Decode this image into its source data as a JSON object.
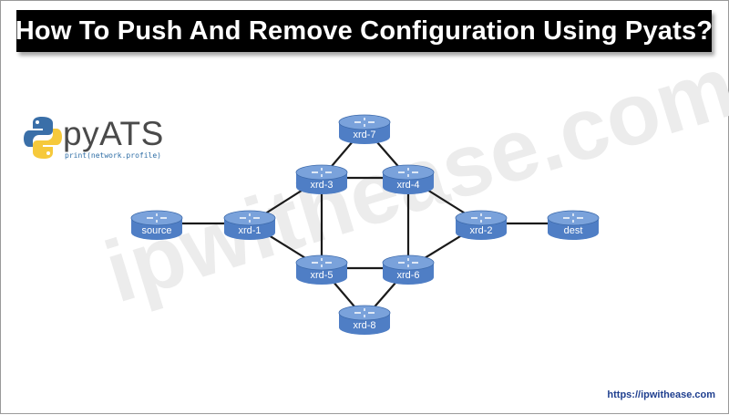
{
  "header": {
    "title": "How To Push And Remove Configuration Using Pyats?"
  },
  "watermark": {
    "text": "ipwithease.com"
  },
  "logo": {
    "word": "pyATS",
    "tagline": "print(network.profile)"
  },
  "diagram": {
    "nodes": [
      {
        "id": "source",
        "label": "source"
      },
      {
        "id": "xrd-1",
        "label": "xrd-1"
      },
      {
        "id": "xrd-3",
        "label": "xrd-3"
      },
      {
        "id": "xrd-4",
        "label": "xrd-4"
      },
      {
        "id": "xrd-5",
        "label": "xrd-5"
      },
      {
        "id": "xrd-6",
        "label": "xrd-6"
      },
      {
        "id": "xrd-7",
        "label": "xrd-7"
      },
      {
        "id": "xrd-8",
        "label": "xrd-8"
      },
      {
        "id": "xrd-2",
        "label": "xrd-2"
      },
      {
        "id": "dest",
        "label": "dest"
      }
    ],
    "links": [
      [
        "source",
        "xrd-1"
      ],
      [
        "xrd-1",
        "xrd-3"
      ],
      [
        "xrd-1",
        "xrd-5"
      ],
      [
        "xrd-3",
        "xrd-4"
      ],
      [
        "xrd-5",
        "xrd-6"
      ],
      [
        "xrd-3",
        "xrd-5"
      ],
      [
        "xrd-4",
        "xrd-6"
      ],
      [
        "xrd-3",
        "xrd-7"
      ],
      [
        "xrd-4",
        "xrd-7"
      ],
      [
        "xrd-5",
        "xrd-8"
      ],
      [
        "xrd-6",
        "xrd-8"
      ],
      [
        "xrd-4",
        "xrd-2"
      ],
      [
        "xrd-6",
        "xrd-2"
      ],
      [
        "xrd-2",
        "dest"
      ]
    ],
    "router_color": "#4f7ec5"
  },
  "footer": {
    "url": "https://ipwithease.com"
  }
}
